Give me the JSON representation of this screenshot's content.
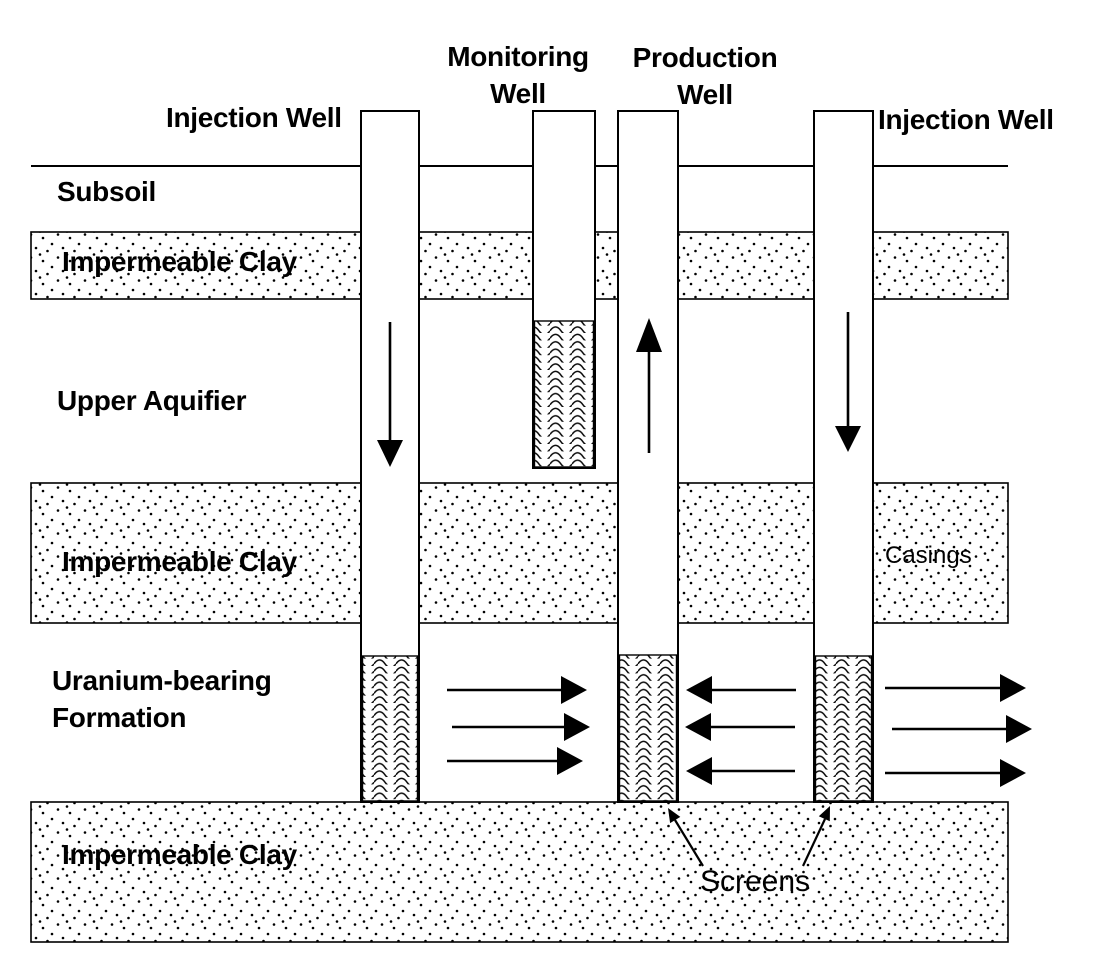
{
  "diagram": {
    "type": "in-situ-uranium-leaching-well-schematic",
    "colors": {
      "ink": "#000000",
      "background": "#ffffff"
    },
    "wells": {
      "injection_left": {
        "label": "Injection Well"
      },
      "monitoring": {
        "label_line1": "Monitoring",
        "label_line2": "Well"
      },
      "production": {
        "label_line1": "Production",
        "label_line2": "Well"
      },
      "injection_right": {
        "label": "Injection Well"
      }
    },
    "layers": {
      "subsoil": "Subsoil",
      "clay_upper": "Impermeable Clay",
      "upper_aquifer": "Upper Aquifier",
      "clay_middle": "Impermeable Clay",
      "uranium_formation_line1": "Uranium-bearing",
      "uranium_formation_line2": "Formation",
      "clay_bottom": "Impermeable Clay"
    },
    "annotations": {
      "casings": "Casings",
      "screens": "Screens"
    }
  }
}
